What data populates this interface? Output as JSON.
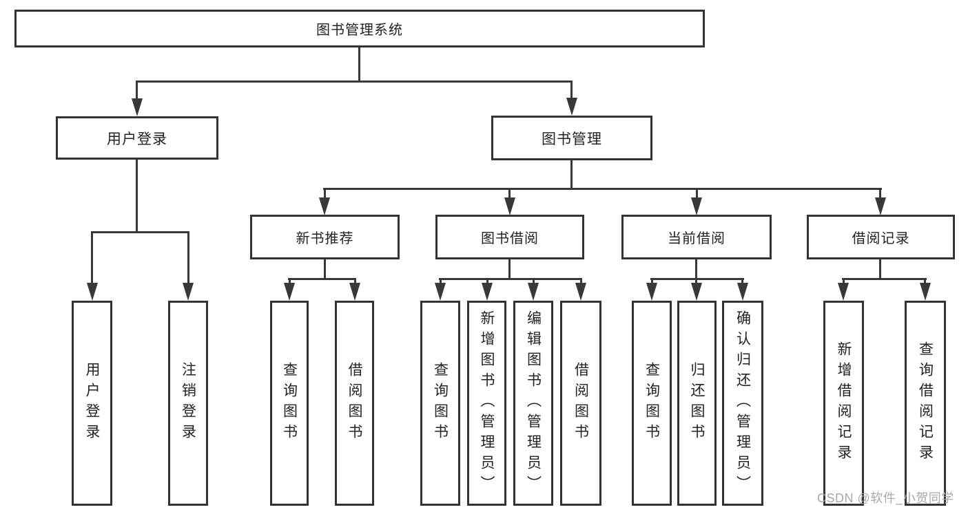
{
  "diagram": {
    "root": {
      "label": "图书管理系统"
    },
    "branches": [
      {
        "label": "用户登录",
        "children": [
          {
            "label": "用户登录"
          },
          {
            "label": "注销登录"
          }
        ]
      },
      {
        "label": "图书管理",
        "groups": [
          {
            "label": "新书推荐",
            "children": [
              {
                "label": "查询图书"
              },
              {
                "label": "借阅图书"
              }
            ]
          },
          {
            "label": "图书借阅",
            "children": [
              {
                "label": "查询图书"
              },
              {
                "label": "新增图书（管理员）"
              },
              {
                "label": "编辑图书（管理员）"
              },
              {
                "label": "借阅图书"
              }
            ]
          },
          {
            "label": "当前借阅",
            "children": [
              {
                "label": "查询图书"
              },
              {
                "label": "归还图书"
              },
              {
                "label": "确认归还（管理员）"
              }
            ]
          },
          {
            "label": "借阅记录",
            "children": [
              {
                "label": "新增借阅记录"
              },
              {
                "label": "查询借阅记录"
              }
            ]
          }
        ]
      }
    ]
  },
  "watermark": {
    "text": "CSDN @软件_小贺同学"
  },
  "colors": {
    "line": "#383838",
    "border": "#333333",
    "text": "#222222",
    "watermark": "#a2a2a8",
    "background": "#ffffff"
  }
}
